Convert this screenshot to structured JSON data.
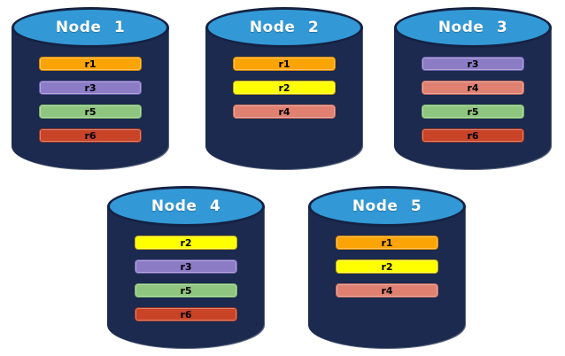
{
  "diagram": {
    "background_color": "#FFFFFF",
    "cylinder": {
      "body_color": "#1B2A4E",
      "top_color": "#3399D6",
      "top_border_color": "#152243",
      "title_color": "#FFFFFF",
      "bar_text_color": "#000000"
    },
    "replica_colors": {
      "r1": "#FBA405",
      "r2": "#FFFF00",
      "r3": "#8B7CC5",
      "r4": "#DF8070",
      "r5": "#8FC67F",
      "r6": "#C94327"
    },
    "replica_border_colors": {
      "r1": "#D88A00",
      "r2": "#C9A800",
      "r3": "#6F5FB0",
      "r4": "#C46A5A",
      "r5": "#74B065",
      "r6": "#A33520"
    },
    "nodes": [
      {
        "label": "Node 1",
        "replicas": [
          "r1",
          "r3",
          "r5",
          "r6"
        ]
      },
      {
        "label": "Node 2",
        "replicas": [
          "r1",
          "r2",
          "r4"
        ]
      },
      {
        "label": "Node 3",
        "replicas": [
          "r3",
          "r4",
          "r5",
          "r6"
        ]
      },
      {
        "label": "Node 4",
        "replicas": [
          "r2",
          "r3",
          "r5",
          "r6"
        ]
      },
      {
        "label": "Node 5",
        "replicas": [
          "r1",
          "r2",
          "r4"
        ]
      }
    ]
  }
}
